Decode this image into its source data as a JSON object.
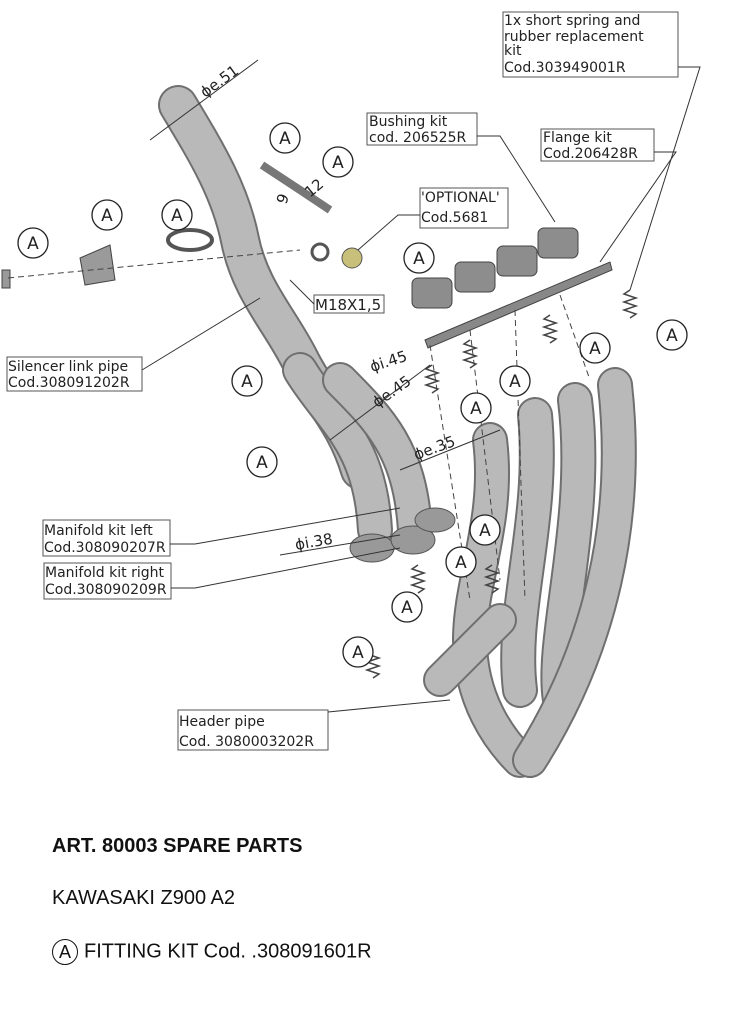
{
  "labels": {
    "spring_kit": [
      "1x short spring and",
      "rubber replacement",
      "kit",
      "Cod.303949001R"
    ],
    "bushing_kit": [
      "Bushing kit",
      "cod. 206525R"
    ],
    "flange_kit": [
      "Flange kit",
      "Cod.206428R"
    ],
    "optional": [
      "'OPTIONAL'",
      "Cod.5681"
    ],
    "silencer_link": [
      "Silencer link pipe",
      "Cod.308091202R"
    ],
    "manifold_left": [
      "Manifold kit left",
      "Cod.308090207R"
    ],
    "manifold_right": [
      "Manifold kit right",
      "Cod.308090209R"
    ],
    "header_pipe": [
      "Header pipe",
      "Cod. 3080003202R"
    ]
  },
  "dimensions": {
    "e51": "ϕe.51",
    "d9": "9",
    "d12": "12",
    "thread": "M18X1,5",
    "i45": "ϕi.45",
    "e45": "ϕe.45",
    "e35": "ϕe.35",
    "i38": "ϕi.38"
  },
  "fitting_marker": "A",
  "footer": {
    "title": "ART. 80003 SPARE PARTS",
    "model": "KAWASAKI Z900 A2",
    "fitting_marker": "A",
    "fitting_kit": "FITTING KIT Cod. .308091601R"
  }
}
